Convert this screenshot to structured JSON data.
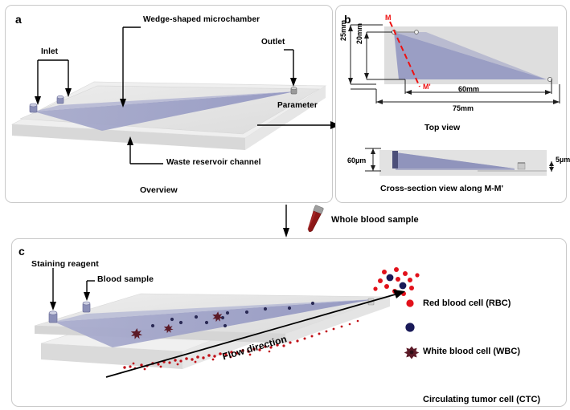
{
  "figure": {
    "panels": [
      {
        "id": "a",
        "label": "a",
        "caption": "Overview"
      },
      {
        "id": "b",
        "label": "b",
        "caption_top": "Top view",
        "caption_bottom": "Cross-section view along M-M'"
      },
      {
        "id": "c",
        "label": "c"
      }
    ]
  },
  "panel_a": {
    "label": "a",
    "caption": "Overview",
    "annotations": {
      "microchamber": "Wedge-shaped microchamber",
      "inlet": "Inlet",
      "outlet": "Outlet",
      "waste": "Waste reservoir channel"
    }
  },
  "transition": {
    "parameter_label": "Parameter",
    "blood_sample_label": "Whole blood sample"
  },
  "panel_b": {
    "label": "b",
    "caption_top": "Top view",
    "caption_bottom": "Cross-section view along M-M'",
    "section_marks": {
      "start": "M",
      "end": "M'"
    },
    "dimensions": {
      "height_outer": "25mm",
      "height_inner": "20mm",
      "length_chamber": "60mm",
      "length_outer": "75mm",
      "depth_inlet": "60µm",
      "depth_outlet": "5µm"
    }
  },
  "panel_c": {
    "label": "c",
    "annotations": {
      "staining": "Staining reagent",
      "blood": "Blood sample",
      "flow": "Flow direction"
    },
    "legend": [
      {
        "marker": "red-circle",
        "color": "#e2111b",
        "label": "Red blood cell (RBC)"
      },
      {
        "marker": "navy-circle",
        "color": "#191a58",
        "label": "White blood cell (WBC)"
      },
      {
        "marker": "maroon-star",
        "color": "#5c1b28",
        "label": "Circulating tumor cell (CTC)"
      }
    ]
  },
  "colors": {
    "chamber_fill": "#9a9ec4",
    "chamber_fill_light": "#b4b7d4",
    "slide_gray": "#e3e3e3",
    "slide_gray_dark": "#cfcfcf",
    "rbc": "#e2111b",
    "wbc": "#191a58",
    "ctc": "#5c1b28",
    "section_line": "#ee1111",
    "border": "#c9c9c9"
  }
}
